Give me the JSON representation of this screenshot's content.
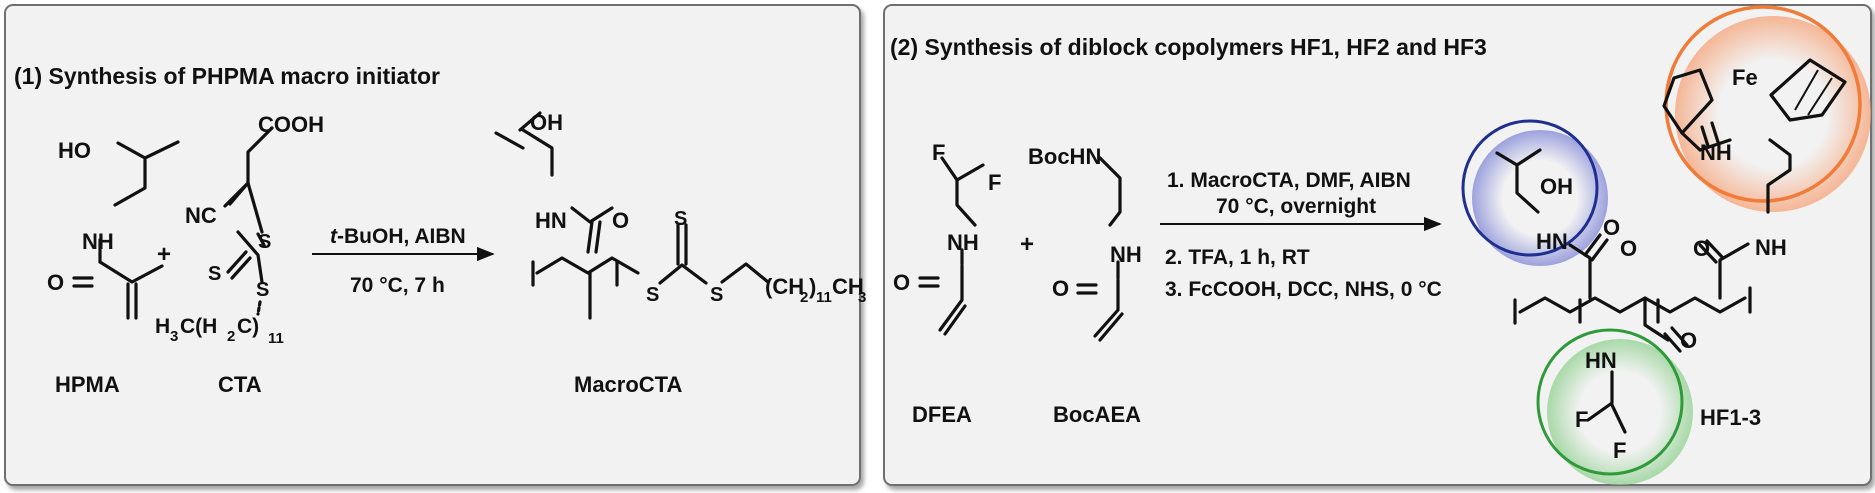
{
  "panel1": {
    "title": "(1) Synthesis of PHPMA macro initiator",
    "hpma": {
      "oh": "HO",
      "nh": "NH",
      "o": "O",
      "name": "HPMA"
    },
    "plus": "+",
    "cta": {
      "cooh": "COOH",
      "nc": "NC",
      "s1": "S",
      "s2": "S",
      "s3": "S",
      "alkyl_a": "H",
      "alkyl_b": "3",
      "alkyl_c": "C(H",
      "alkyl_d": "2",
      "alkyl_e": "C)",
      "alkyl_f": "11",
      "name": "CTA"
    },
    "arrow": {
      "above_italic": "t",
      "above_rest": "-BuOH, AIBN",
      "below": "70 °C, 7 h"
    },
    "macrocta": {
      "oh": "OH",
      "hn": "HN",
      "o": "O",
      "s_top": "S",
      "s_left": "S",
      "s_right": "S",
      "chain_a": "(CH",
      "chain_b": "2",
      "chain_c": ")",
      "chain_d": "11",
      "chain_e": "CH",
      "chain_f": "3",
      "name": "MacroCTA"
    }
  },
  "panel2": {
    "title": "(2) Synthesis of diblock copolymers HF1, HF2 and HF3",
    "dfea": {
      "f1": "F",
      "f2": "F",
      "nh": "NH",
      "o": "O",
      "name": "DFEA"
    },
    "plus": "+",
    "bocaea": {
      "bochn": "BocHN",
      "nh": "NH",
      "o": "O",
      "name": "BocAEA"
    },
    "arrow": {
      "line1": "1. MacroCTA, DMF, AIBN",
      "line2": "70 °C, overnight",
      "line3": "2. TFA, 1 h, RT",
      "line4": "3. FcCOOH, DCC, NHS, 0 °C"
    },
    "product": {
      "oh": "OH",
      "hn_top": "HN",
      "o1": "O",
      "o2": "O",
      "nh_right": "NH",
      "o_fc": "O",
      "nh_fc": "NH",
      "fe": "Fe",
      "hn_bottom": "HN",
      "o3": "O",
      "f1": "F",
      "f2": "F",
      "name": "HF1-3"
    },
    "highlight_colors": {
      "hydroxyl": "#1f2f8f",
      "ferrocene": "#f07c3a",
      "fluoro": "#2f9a3a"
    }
  }
}
